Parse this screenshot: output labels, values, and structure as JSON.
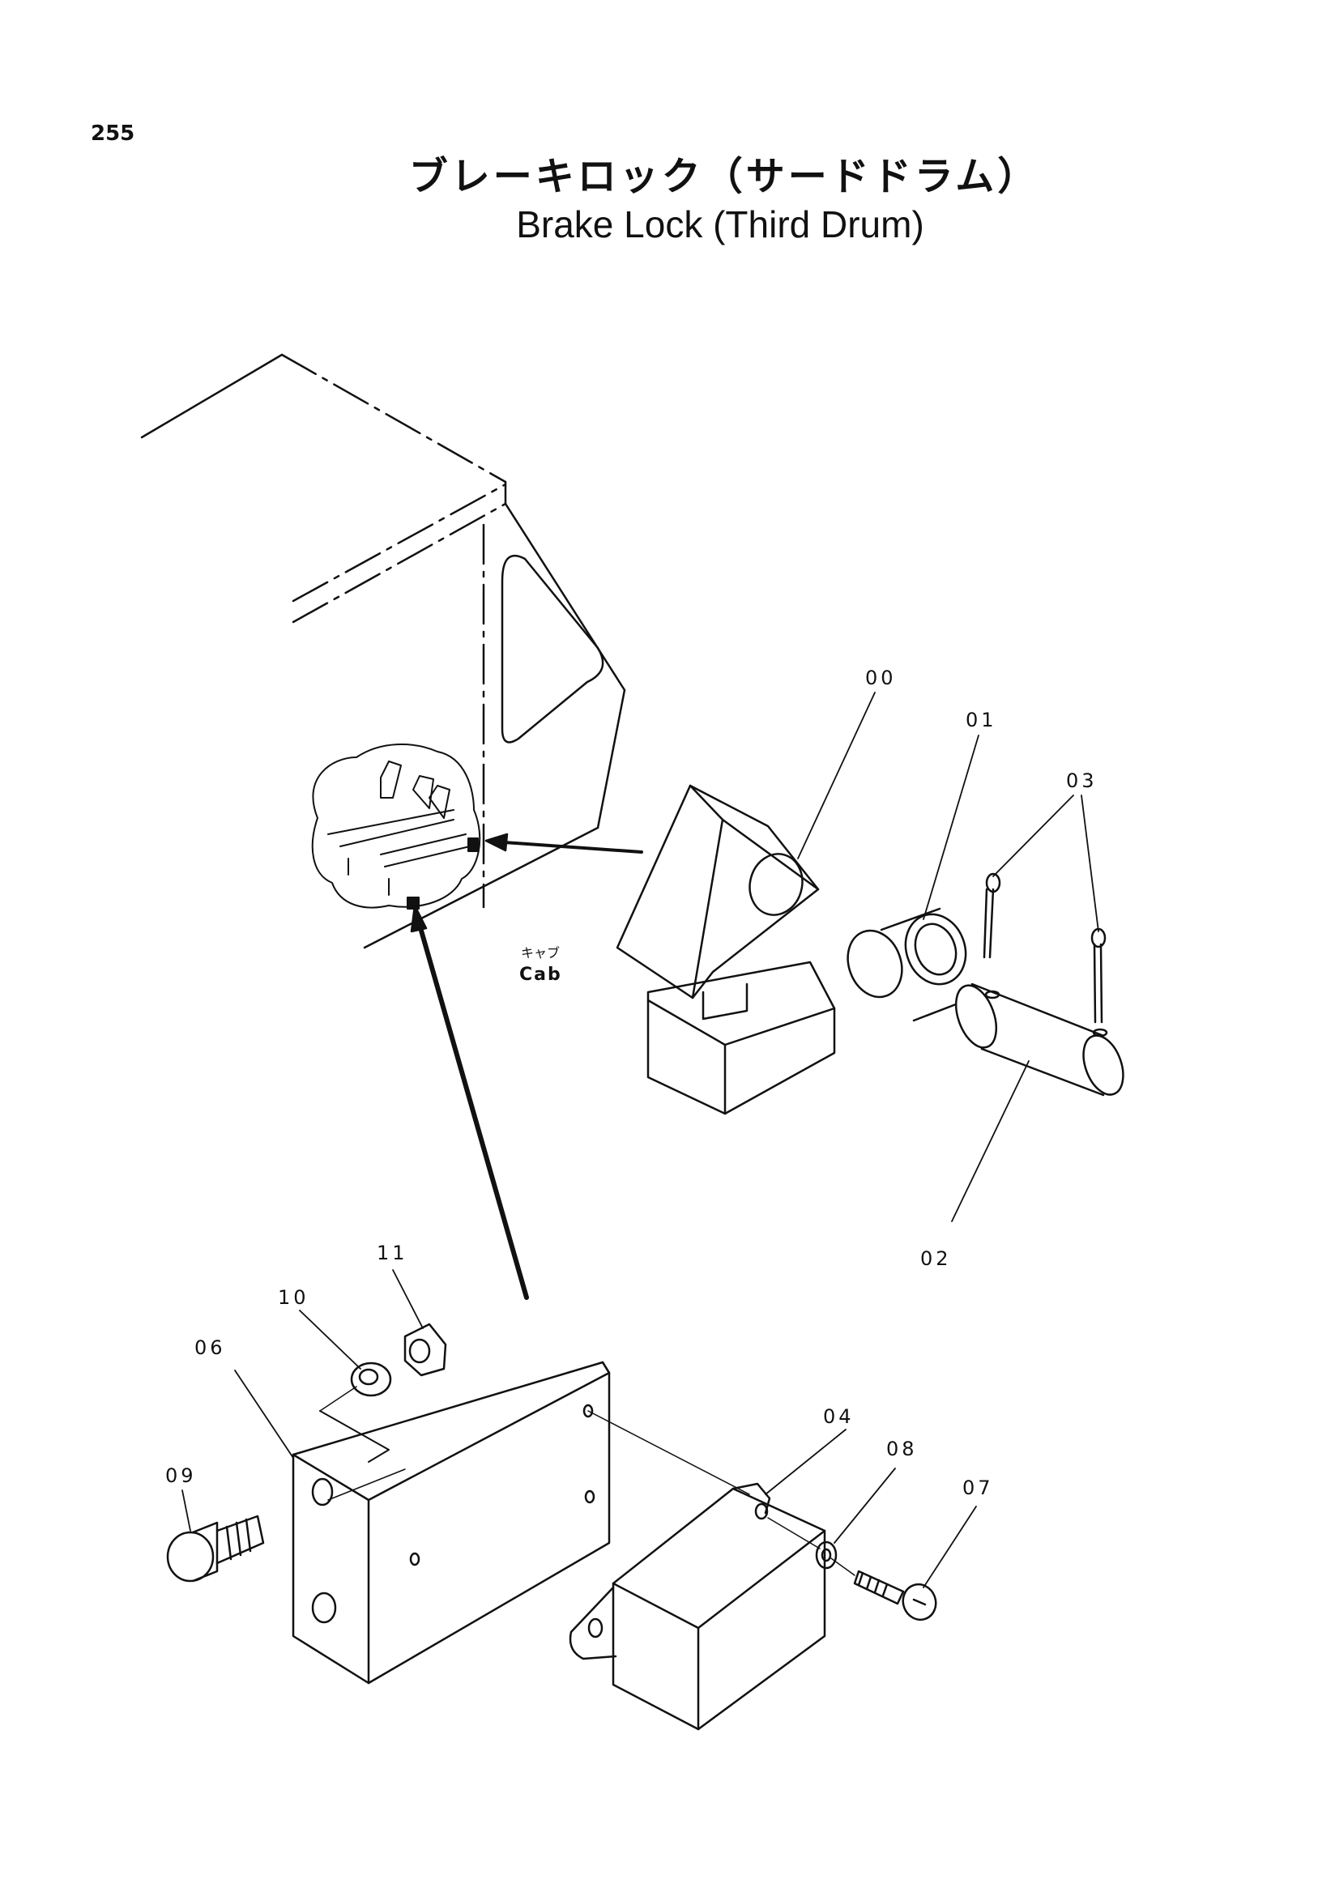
{
  "page": {
    "number": "255"
  },
  "title": {
    "japanese": "ブレーキロック（サードドラム）",
    "english": "Brake Lock (Third Drum)"
  },
  "cab_label": {
    "japanese": "キャブ",
    "english": "Cab"
  },
  "parts": [
    {
      "id": "00"
    },
    {
      "id": "01"
    },
    {
      "id": "02"
    },
    {
      "id": "03"
    },
    {
      "id": "04"
    },
    {
      "id": "06"
    },
    {
      "id": "07"
    },
    {
      "id": "08"
    },
    {
      "id": "09"
    },
    {
      "id": "10"
    },
    {
      "id": "11"
    }
  ],
  "colors": {
    "ink": "#111111",
    "paper": "#ffffff"
  }
}
